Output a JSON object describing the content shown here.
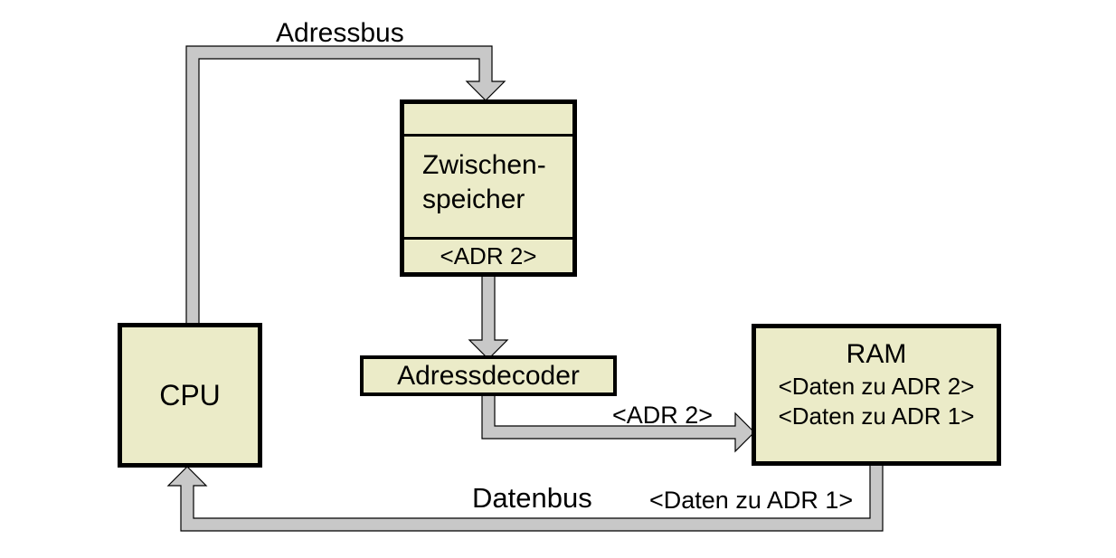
{
  "diagram": {
    "bus_labels": {
      "adressbus": "Adressbus",
      "datenbus": "Datenbus",
      "adr2_on_bus": "<ADR 2>",
      "daten_zu_adr1_on_bus": "<Daten zu ADR 1>"
    },
    "nodes": {
      "cpu": {
        "label": "CPU"
      },
      "buffer": {
        "line1": "Zwischen-",
        "line2": "speicher",
        "register": "<ADR 2>"
      },
      "decoder": {
        "label": "Adressdecoder"
      },
      "ram": {
        "title": "RAM",
        "row1": "<Daten zu ADR 2>",
        "row2": "<Daten zu ADR 1>"
      }
    },
    "colors": {
      "box_fill": "#ebebc8",
      "box_border": "#000000",
      "bus_fill": "#c8c8c8",
      "bus_outline": "#000000",
      "background": "#ffffff",
      "text": "#000000"
    }
  }
}
